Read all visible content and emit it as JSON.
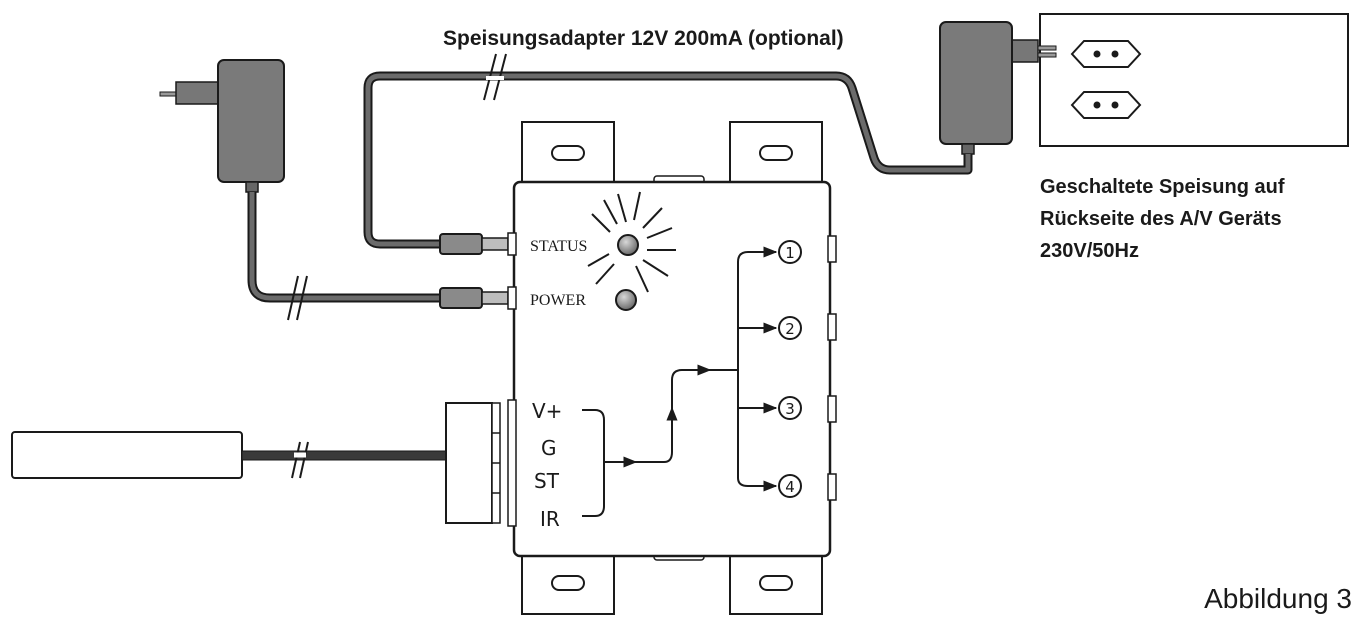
{
  "labels": {
    "adapter_label": "Speisungsadapter 12V 200mA (optional)",
    "switched_power_line1": "Geschaltete Speisung auf",
    "switched_power_line2": "Rückseite des A/V Geräts",
    "switched_power_line3": "230V/50Hz",
    "figure_caption": "Abbildung 3"
  },
  "device": {
    "status_label": "STATUS",
    "power_label": "POWER",
    "pins": [
      "V+",
      "G",
      "ST",
      "IR"
    ],
    "outputs": [
      "1",
      "2",
      "3",
      "4"
    ]
  },
  "colors": {
    "line": "#1a1a1a",
    "cable": "#555555",
    "adapter_fill": "#7a7a7a",
    "led_fill": "#8a8a8a"
  }
}
